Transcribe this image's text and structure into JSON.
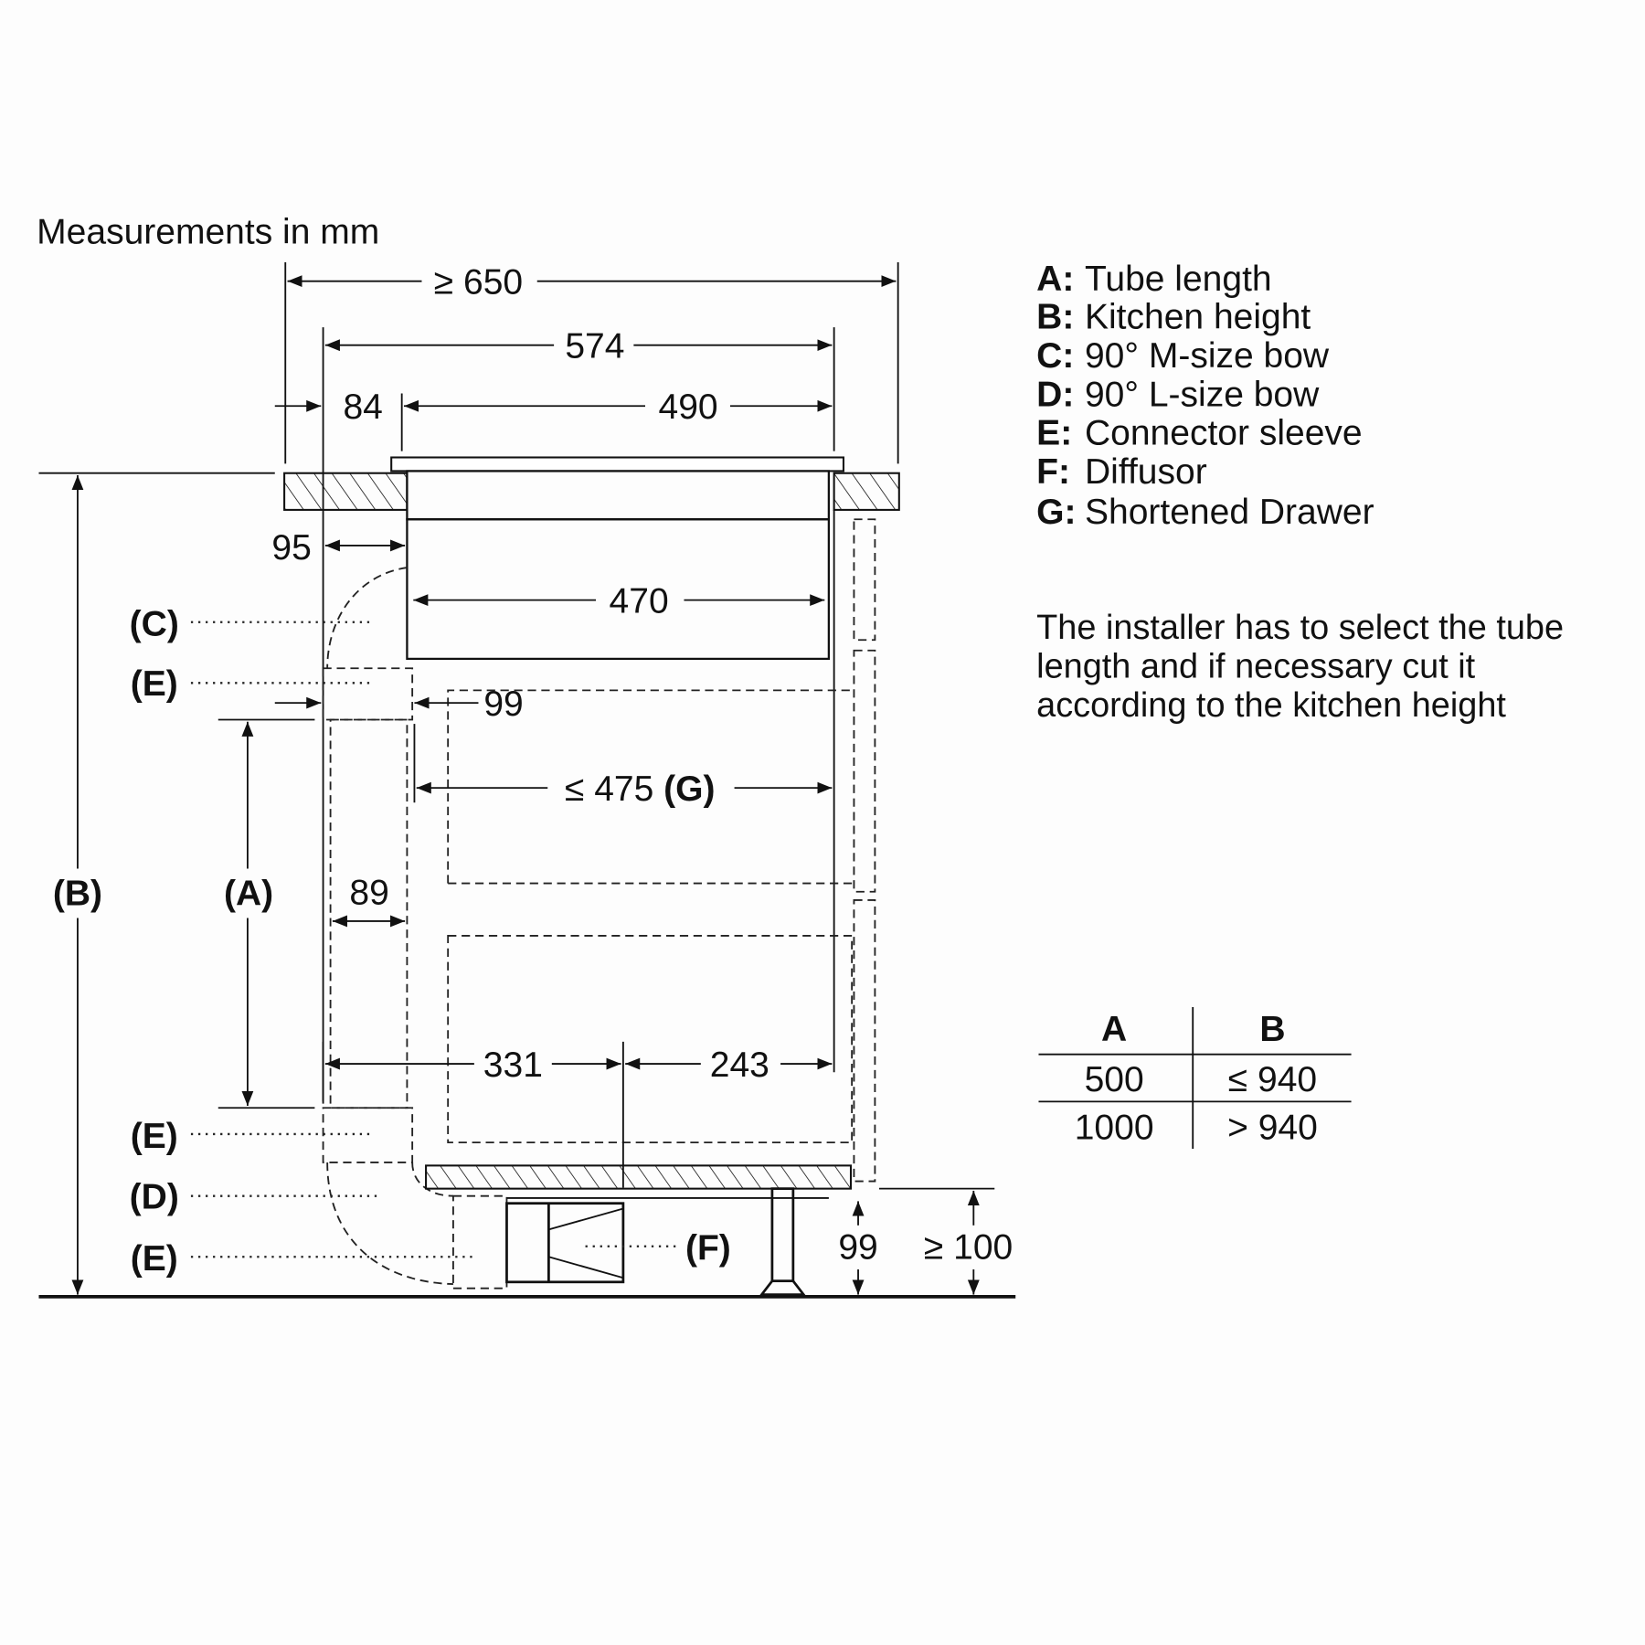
{
  "title": "Measurements in mm",
  "dimensions": {
    "total_width": "≥ 650",
    "width_574": "574",
    "offset_84": "84",
    "width_490": "490",
    "offset_95": "95",
    "width_470": "470",
    "offset_99": "99",
    "drawer_475": "≤ 475",
    "drawer_g": "(G)",
    "tube_89": "89",
    "width_331": "331",
    "width_243": "243",
    "plinth_99": "99",
    "plinth_100": "≥ 100"
  },
  "callouts": {
    "A": "(A)",
    "B": "(B)",
    "C": "(C)",
    "E1": "(E)",
    "E2": "(E)",
    "D": "(D)",
    "E3": "(E)",
    "F": "(F)"
  },
  "legend": [
    {
      "key": "A:",
      "text": "Tube length"
    },
    {
      "key": "B:",
      "text": "Kitchen height"
    },
    {
      "key": "C:",
      "text": "90° M-size bow"
    },
    {
      "key": "D:",
      "text": "90° L-size bow"
    },
    {
      "key": "E:",
      "text": "Connector sleeve"
    },
    {
      "key": "F:",
      "text": "Diffusor"
    },
    {
      "key": "G:",
      "text": "Shortened Drawer"
    }
  ],
  "note": [
    "The installer has to select the tube",
    "length and if necessary cut it",
    "according to the kitchen height"
  ],
  "table": {
    "headers": [
      "A",
      "B"
    ],
    "rows": [
      [
        "500",
        "≤ 940"
      ],
      [
        "1000",
        "> 940"
      ]
    ]
  }
}
